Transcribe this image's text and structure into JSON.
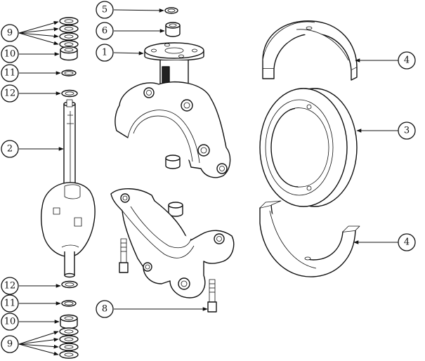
{
  "callouts": [
    {
      "id": "c9a",
      "label": "9"
    },
    {
      "id": "c10a",
      "label": "10"
    },
    {
      "id": "c11a",
      "label": "11"
    },
    {
      "id": "c12a",
      "label": "12"
    },
    {
      "id": "c2",
      "label": "2"
    },
    {
      "id": "c5",
      "label": "5"
    },
    {
      "id": "c6",
      "label": "6"
    },
    {
      "id": "c1",
      "label": "1"
    },
    {
      "id": "c4a",
      "label": "4"
    },
    {
      "id": "c3",
      "label": "3"
    },
    {
      "id": "c4b",
      "label": "4"
    },
    {
      "id": "c12b",
      "label": "12"
    },
    {
      "id": "c11b",
      "label": "11"
    },
    {
      "id": "c10b",
      "label": "10"
    },
    {
      "id": "c9b",
      "label": "9"
    },
    {
      "id": "c8",
      "label": "8"
    }
  ]
}
